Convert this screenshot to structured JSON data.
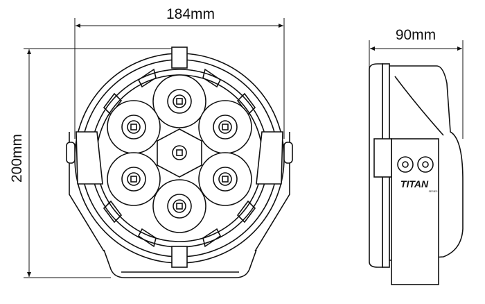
{
  "dimensions": {
    "width": "184mm",
    "height": "200mm",
    "depth": "90mm"
  },
  "logo": {
    "brand": "TITAN",
    "sub": "SERIES"
  },
  "colors": {
    "line": "#111111",
    "background": "#ffffff"
  }
}
